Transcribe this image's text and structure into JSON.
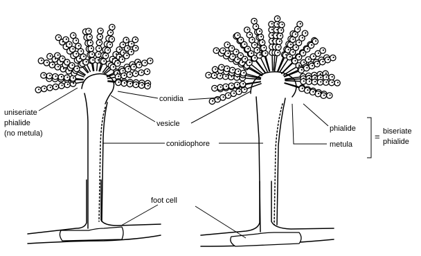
{
  "labels": {
    "conidia": "conidia",
    "vesicle": "vesicle",
    "conidiophore": "conidiophore",
    "uniseriate_line1": "uniseriate",
    "uniseriate_line2": "phialide",
    "uniseriate_line3": "(no metula)",
    "phialide": "phialide",
    "metula": "metula",
    "equals": "=",
    "biseriate_line1": "biseriate",
    "biseriate_line2": "phialide",
    "foot_cell": "foot cell"
  },
  "colors": {
    "ink": "#000000",
    "background": "#ffffff"
  }
}
